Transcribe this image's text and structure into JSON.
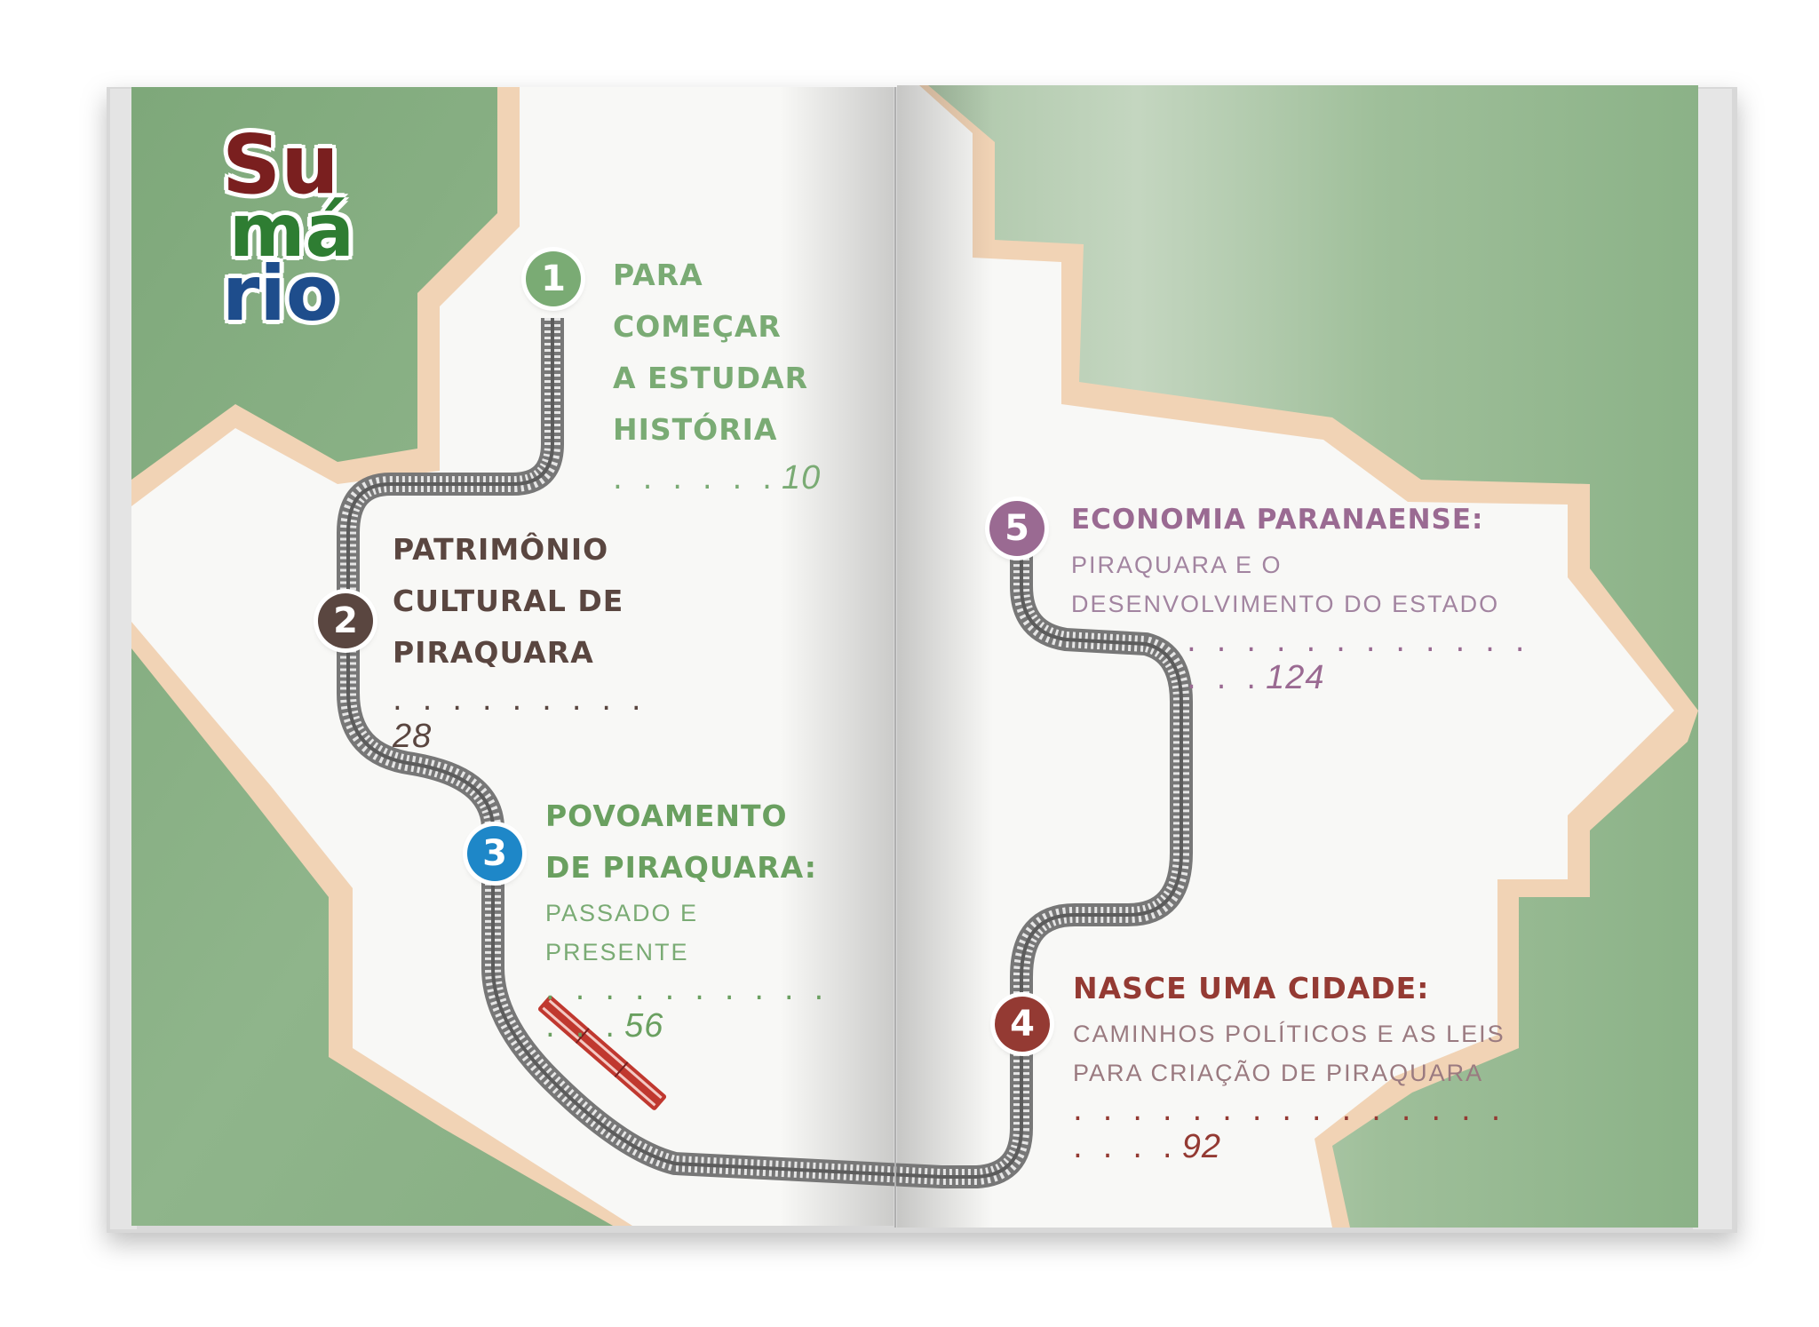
{
  "logo": {
    "line1": "Su",
    "line2": "má",
    "line3": "rio",
    "colors": [
      "#7a1f1f",
      "#2e7d32",
      "#1e4d8c"
    ]
  },
  "entries": [
    {
      "number": "1",
      "title_lines": [
        "PARA",
        "COMEÇAR",
        "A ESTUDAR",
        "HISTÓRIA"
      ],
      "subtitle_lines": [],
      "dots": ". . . . . .",
      "page": "10",
      "color": "#7aab74"
    },
    {
      "number": "2",
      "title_lines": [
        "PATRIMÔNIO",
        "CULTURAL DE",
        "PIRAQUARA"
      ],
      "subtitle_lines": [],
      "dots": ". . . . . . . . .",
      "page": "28",
      "color": "#5a4640"
    },
    {
      "number": "3",
      "title_lines": [
        "POVOAMENTO",
        "DE PIRAQUARA:"
      ],
      "subtitle_lines": [
        "PASSADO E PRESENTE"
      ],
      "dots": ". . . . . . . . . . . . .",
      "page": "56",
      "color": "#6aa060",
      "badge_color": "#1e87c8"
    },
    {
      "number": "4",
      "title_lines": [
        "NASCE UMA CIDADE:"
      ],
      "subtitle_lines": [
        "CAMINHOS POLÍTICOS E AS LEIS",
        "PARA CRIAÇÃO DE PIRAQUARA"
      ],
      "dots": ". . . . . . . . . . . . . . . . . . .",
      "page": "92",
      "color": "#943a33",
      "sub_color": "#9a7a80"
    },
    {
      "number": "5",
      "title_lines": [
        "ECONOMIA PARANAENSE:"
      ],
      "subtitle_lines": [
        "PIRAQUARA E O",
        "DESENVOLVIMENTO DO ESTADO"
      ],
      "dots": ". . . . . . . . . . . . . . .",
      "page": "124",
      "color": "#9a6a92",
      "sub_color": "#a284a0"
    }
  ],
  "colors": {
    "green": "#8cb088",
    "green_dark": "#7aa276",
    "frame": "#f1d3b5",
    "page": "#f8f8f6",
    "track": "#8e8e8e",
    "train": "#c0382f"
  }
}
